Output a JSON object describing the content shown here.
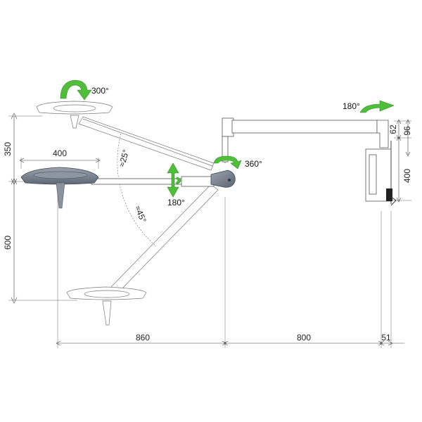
{
  "dimensions": {
    "upper_height": "350",
    "lower_height": "600",
    "lamp_diameter": "400",
    "arm_reach": "860",
    "extension_reach": "800",
    "wall_offset": "51",
    "bracket_height": "400",
    "mount_top": "96",
    "mount_gap": "62"
  },
  "rotations": {
    "lamp_head": "300°",
    "wall_arm": "180°",
    "hub": "360°",
    "hub_tilt": "180°"
  },
  "angles": {
    "up": "≈25°",
    "down": "≈45°"
  },
  "colors": {
    "arrow_fill": "#4fbf3a",
    "arrow_stroke": "#2e8a22",
    "lamp_shade": "#6f7a88",
    "line": "#555555"
  }
}
